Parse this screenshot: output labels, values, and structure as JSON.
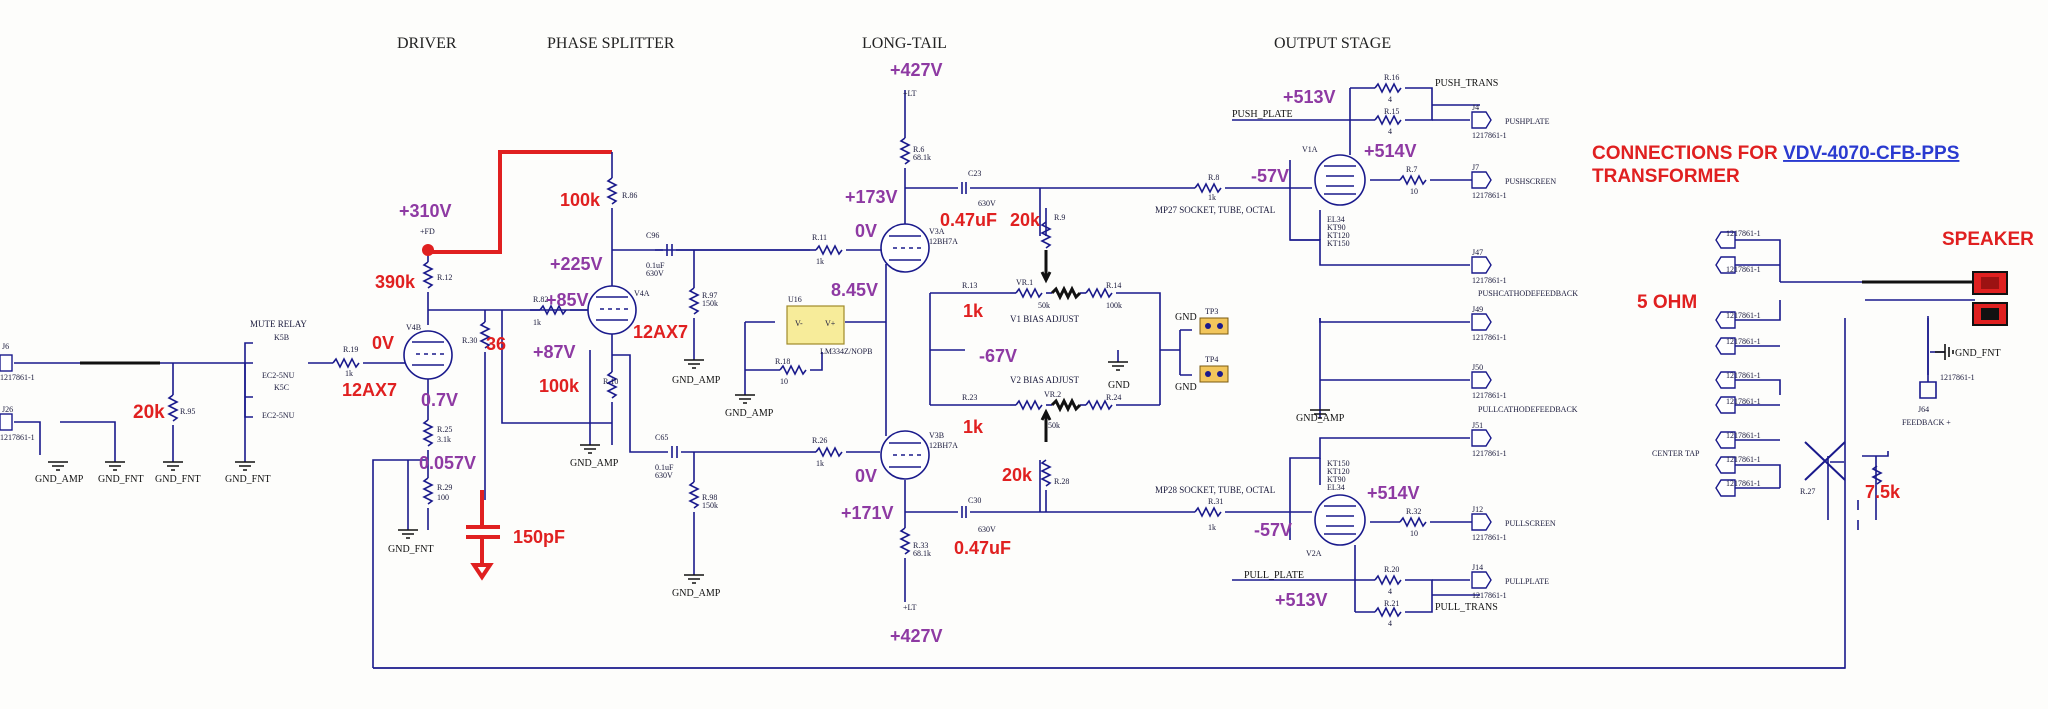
{
  "sections": {
    "driver": "DRIVER",
    "phase_splitter": "PHASE SPLITTER",
    "long_tail": "LONG-TAIL",
    "output_stage": "OUTPUT STAGE"
  },
  "connections_title": {
    "prefix": "CONNECTIONS FOR ",
    "link": "VDV-4070-CFB-PPS",
    "suffix": "TRANSFORMER"
  },
  "speaker_label": "SPEAKER",
  "ohm_label": "5 OHM",
  "voltages": {
    "v310": "+310V",
    "v225": "+225V",
    "v85": "+85V",
    "v87": "+87V",
    "v0_driver": "0V",
    "v07": "0.7V",
    "v0057": "0.057V",
    "v427_top": "+427V",
    "v427_bot": "+427V",
    "v173": "+173V",
    "v171": "+171V",
    "v0_top": "0V",
    "v0_bot": "0V",
    "v845": "8.45V",
    "v67": "-67V",
    "v513_top": "+513V",
    "v513_bot": "+513V",
    "v514_top": "+514V",
    "v514_bot": "+514V",
    "v57_top": "-57V",
    "v57_bot": "-57V"
  },
  "annotations": {
    "r390k": "390k",
    "r20k_in": "20k",
    "r100k_top": "100k",
    "r100k_mid": "100k",
    "r36": "36",
    "c150pf": "150pF",
    "tube_driver": "12AX7",
    "tube_splitter": "12AX7",
    "c047_top": "0.47uF",
    "c047_bot": "0.47uF",
    "r20k_top": "20k",
    "r20k_bot": "20k",
    "r1k_top": "1k",
    "r1k_bot": "1k",
    "r75k": "7.5k"
  },
  "nets": {
    "gnd_amp": "GND_AMP",
    "gnd_fnt": "GND_FNT",
    "gnd": "GND",
    "push_plate": "PUSH_PLATE",
    "pull_plate": "PULL_PLATE",
    "push_trans": "PUSH_TRANS",
    "pull_trans": "PULL_TRANS",
    "plus_fd": "+FD",
    "plus_lt": "+LT",
    "mute_relay": "MUTE RELAY",
    "center_tap": "CENTER TAP",
    "feedback": "FEEDBACK +",
    "socket_top": "MP27 SOCKET, TUBE, OCTAL",
    "socket_bot": "MP28 SOCKET, TUBE, OCTAL",
    "v1_bias": "V1 BIAS ADJUST",
    "v2_bias": "V2 BIAS ADJUST",
    "push_plate_j": "PUSHPLATE",
    "push_screen_j": "PUSHSCREEN",
    "push_cath_fb": "PUSHCATHODEFEEDBACK",
    "pull_cath_fb": "PULLCATHODEFEEDBACK",
    "pull_screen_j": "PULLSCREEN",
    "pull_plate_j": "PULLPLATE",
    "part_num": "1217861-1"
  },
  "components": {
    "u16": "U16",
    "lm334": "LM334Z/NOPB",
    "vminus": "V-",
    "vplus": "V+",
    "v4b": "V4B",
    "v4a": "V4A",
    "v3a": "V3A",
    "v3b": "V3B",
    "v1a": "V1A",
    "v2a": "V2A",
    "tube12bh7a": "12BH7A",
    "r19": "R.19",
    "r19v": "1k",
    "r95": "R.95",
    "r12": "R.12",
    "r25": "R.25",
    "r25v": "3.1k",
    "r29": "R.29",
    "r29v": "100",
    "r30": "R.30",
    "r82": "R.82",
    "r82v": "1k",
    "r86": "R.86",
    "r10": "R.10",
    "c96": "C96",
    "c96v": "0.1uF",
    "c96v2": "630V",
    "c65": "C65",
    "c65v": "0.1uF",
    "c65v2": "630V",
    "r97": "R.97",
    "r97v": "150k",
    "r98": "R.98",
    "r98v": "150k",
    "r11": "R.11",
    "r11v": "1k",
    "r26": "R.26",
    "r26v": "1k",
    "r18": "R.18",
    "r18v": "10",
    "r6": "R.6",
    "r6v": "68.1k",
    "r33": "R.33",
    "r33v": "68.1k",
    "c23": "C23",
    "c30": "C30",
    "cv630": "630V",
    "r9": "R.9",
    "r28": "R.28",
    "r13": "R.13",
    "r14": "R.14",
    "r14v": "100k",
    "r23": "R.23",
    "r24": "R.24",
    "vr1": "VR.1",
    "vr2": "VR.2",
    "vr50k": "50k",
    "tp3": "TP3",
    "tp4": "TP4",
    "r8": "R.8",
    "r8v": "1k",
    "r31": "R.31",
    "r31v": "1k",
    "r16": "R.16",
    "r15": "R.15",
    "r20": "R.20",
    "r21": "R.21",
    "rv4": "4",
    "r7": "R.7",
    "r32": "R.32",
    "rv10": "10",
    "r27": "R.27",
    "j4": "J4",
    "j7": "J7",
    "j47": "J47",
    "j49": "J49",
    "j50": "J50",
    "j51": "J51",
    "j12": "J12",
    "j14": "J14",
    "j6": "J6",
    "j26": "J26",
    "j64": "J64",
    "k5b": "K5B",
    "k5c": "K5C",
    "ec2": "EC2-5NU",
    "el34": "EL34",
    "kt90": "KT90",
    "kt120": "KT120",
    "kt150": "KT150"
  },
  "colors": {
    "wire": "#1a1a8c",
    "voltage": "#8e3aa3",
    "annotation": "#e02020",
    "link": "#2a3ad0"
  }
}
